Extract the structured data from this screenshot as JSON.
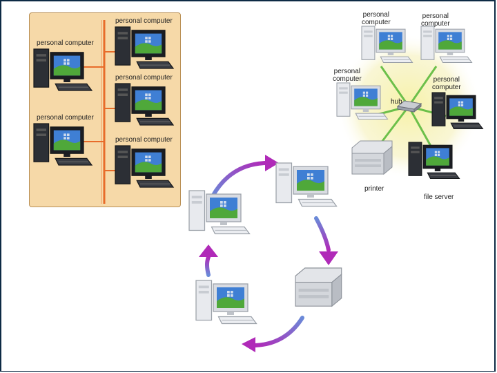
{
  "bus_diagram": {
    "labels": {
      "pc_top_right": "personal computer",
      "pc_upper_left": "personal computer",
      "pc_middle_right": "personal computer",
      "pc_lower_left": "personal computer",
      "pc_bottom_right": "personal computer"
    },
    "colors": {
      "panel": "#f6d9a8",
      "bus": "#e86c2a"
    }
  },
  "star_diagram": {
    "labels": {
      "pc_top_left_1": "personal",
      "pc_top_left_2": "computer",
      "pc_top_right_1": "personal",
      "pc_top_right_2": "computer",
      "pc_mid_left_1": "personal",
      "pc_mid_left_2": "computer",
      "pc_mid_right_1": "personal",
      "pc_mid_right_2": "computer",
      "hub": "hub",
      "printer": "printer",
      "file_server": "file server"
    },
    "colors": {
      "glow": "#f5f0a0",
      "link": "#6cc04a"
    }
  },
  "ring_diagram": {
    "colors": {
      "arrow_start": "#b02ab8",
      "arrow_end": "#6a8ad8"
    }
  }
}
